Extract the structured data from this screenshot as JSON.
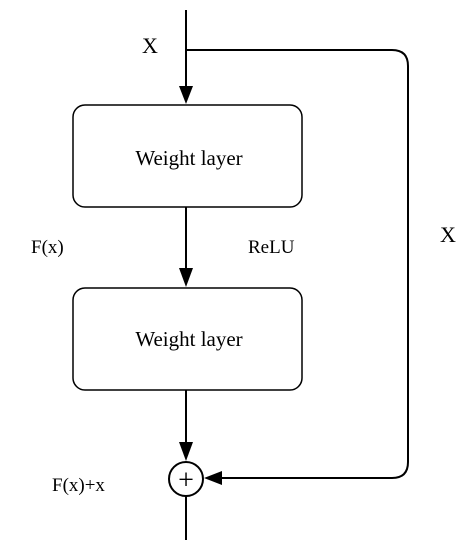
{
  "diagram": {
    "input_label": "X",
    "box1_label": "Weight layer",
    "box2_label": "Weight layer",
    "residual_label": "F(x)",
    "activation_label": "ReLU",
    "skip_label": "X",
    "sum_label": "F(x)+x",
    "adder_symbol": "+"
  },
  "colors": {
    "stroke": "#000000",
    "background": "#ffffff"
  }
}
